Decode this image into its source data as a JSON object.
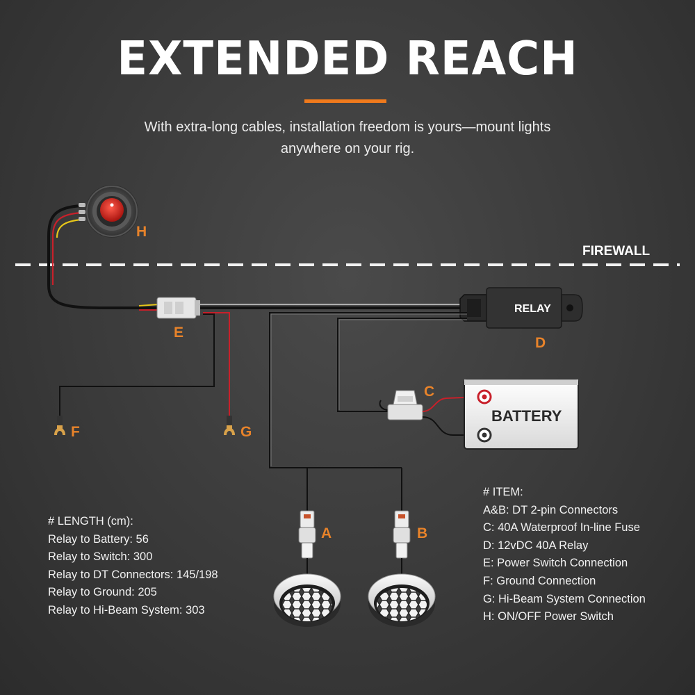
{
  "title": "EXTENDED REACH",
  "subtitle": "With extra-long cables, installation freedom is yours—mount lights anywhere on your rig.",
  "colors": {
    "accent": "#f07a1c",
    "label": "#e8832a",
    "wire_black": "#111111",
    "wire_red": "#c8202a",
    "wire_yellow": "#e6c619",
    "background": "#3a3a3a"
  },
  "diagram": {
    "firewall_label": "FIREWALL",
    "relay_label": "RELAY",
    "battery_label": "BATTERY",
    "components": {
      "A": "A",
      "B": "B",
      "C": "C",
      "D": "D",
      "E": "E",
      "F": "F",
      "G": "G",
      "H": "H"
    },
    "icons": {
      "switch": "rocker-switch-icon",
      "relay": "relay-icon",
      "fuse": "inline-fuse-icon",
      "battery": "battery-icon",
      "light": "round-led-light-icon",
      "connector": "dt-connector-icon",
      "terminal": "fork-terminal-icon"
    }
  },
  "lengths": {
    "header": "# LENGTH (cm):",
    "items": [
      "Relay to Battery: 56",
      "Relay to Switch: 300",
      "Relay to DT Connectors: 145/198",
      "Relay to Ground: 205",
      "Relay to Hi-Beam System: 303"
    ]
  },
  "legend": {
    "header": "# ITEM:",
    "items": [
      "A&B: DT 2-pin Connectors",
      "C: 40A Waterproof In-line Fuse",
      "D: 12vDC 40A Relay",
      "E: Power Switch Connection",
      "F: Ground Connection",
      "G: Hi-Beam System Connection",
      "H: ON/OFF Power Switch"
    ]
  }
}
